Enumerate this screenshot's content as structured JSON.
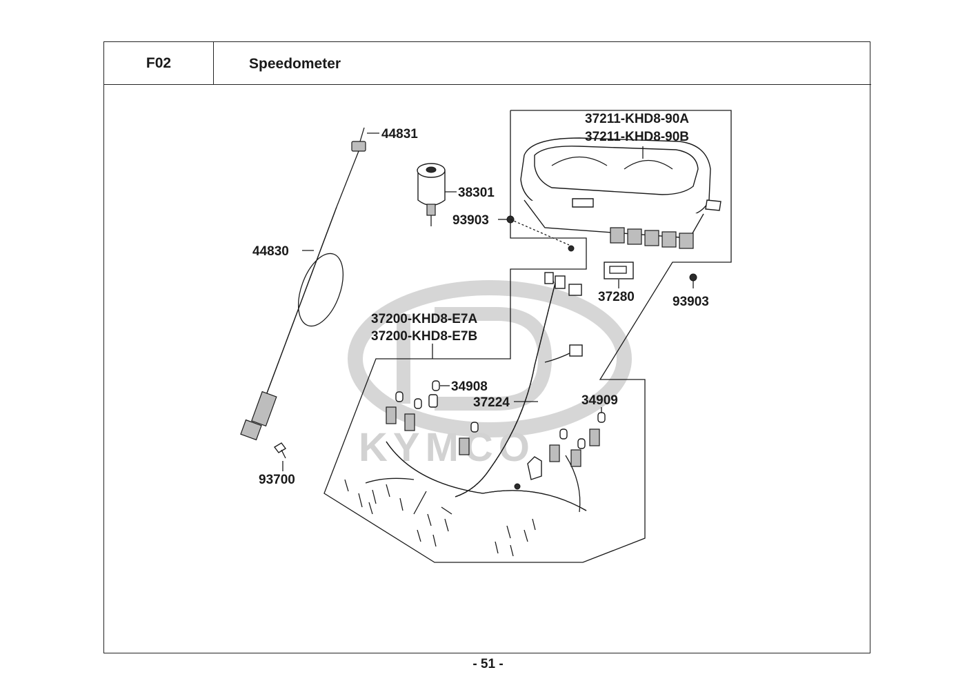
{
  "header": {
    "code": "F02",
    "title": "Speedometer"
  },
  "watermark": {
    "brand": "KYMCO"
  },
  "callouts": {
    "p44831": "44831",
    "p44830": "44830",
    "p38301": "38301",
    "p93903_a": "93903",
    "p37211_a": "37211-KHD8-90A",
    "p37211_b": "37211-KHD8-90B",
    "p37280": "37280",
    "p93903_b": "93903",
    "p37200_a": "37200-KHD8-E7A",
    "p37200_b": "37200-KHD8-E7B",
    "p34908": "34908",
    "p37224": "37224",
    "p34909": "34909",
    "p93700": "93700"
  },
  "footer": {
    "page_number": "- 51 -"
  }
}
